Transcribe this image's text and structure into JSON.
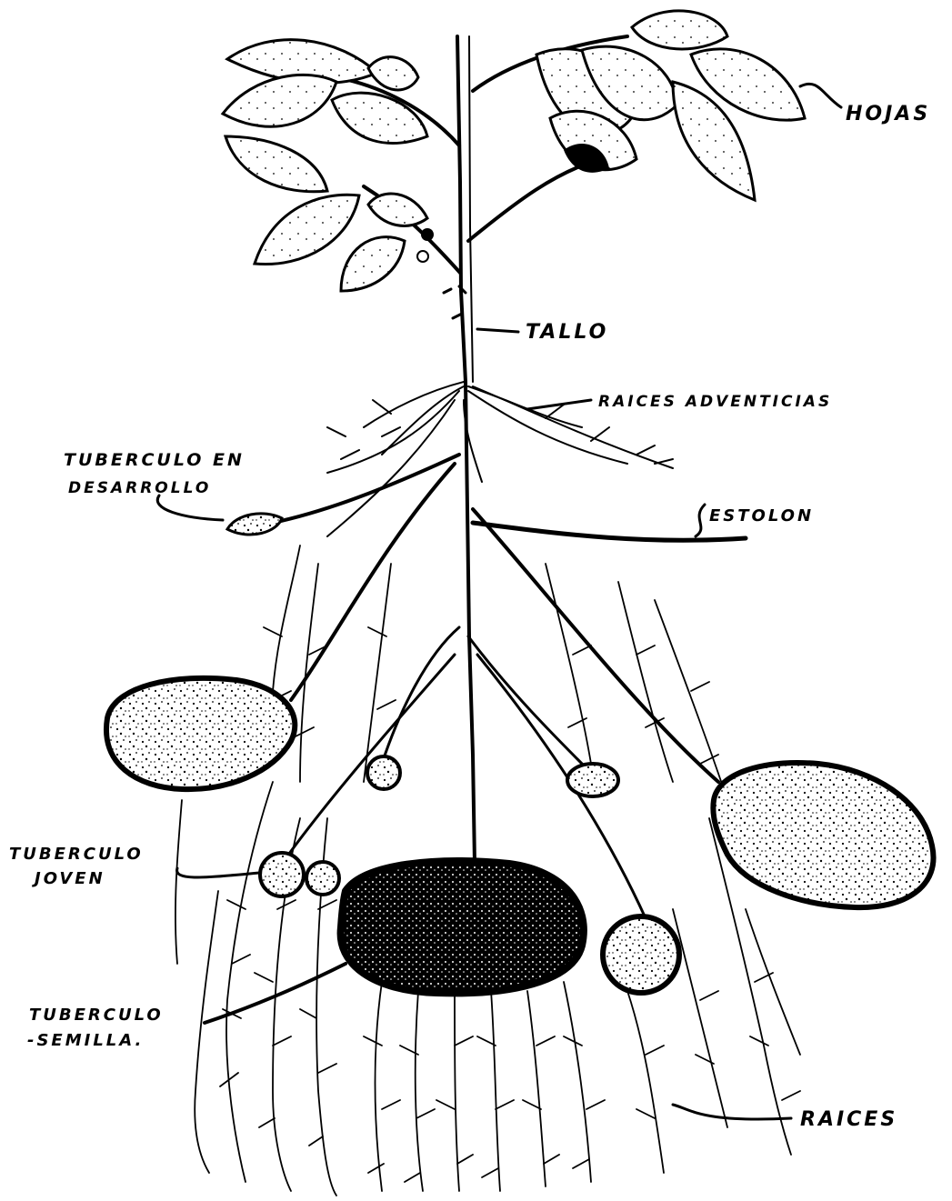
{
  "labels": {
    "hojas": "HOJAS",
    "tallo": "TALLO",
    "raices_adventicias": "RAICES ADVENTICIAS",
    "tuberculo_desarrollo_line1": "TUBERCULO EN",
    "tuberculo_desarrollo_line2": "DESARROLLO",
    "estolon": "ESTOLON",
    "tuberculo_joven_line1": "TUBERCULO",
    "tuberculo_joven_line2": "JOVEN",
    "tuberculo_semilla_line1": "TUBERCULO",
    "tuberculo_semilla_line2": "-SEMILLA.",
    "raices": "RAICES"
  }
}
